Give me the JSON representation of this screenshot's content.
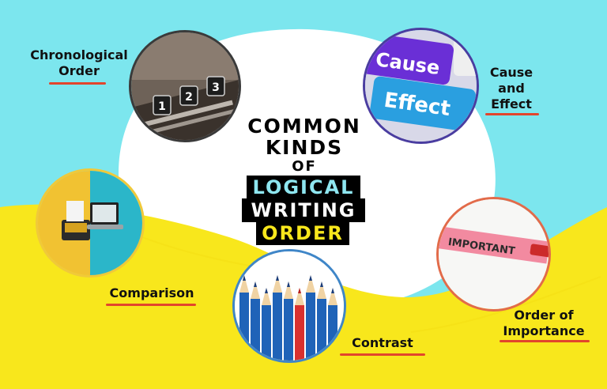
{
  "title": {
    "line1": "COMMON",
    "line2": "KINDS",
    "line3": "OF",
    "line4": "LOGICAL",
    "line5": "WRITING",
    "line6": "ORDER"
  },
  "labels": {
    "chronological_1": "Chronological",
    "chronological_2": "Order",
    "cause_1": "Cause",
    "cause_2": "and",
    "cause_3": "Effect",
    "comparison": "Comparison",
    "contrast": "Contrast",
    "importance_1": "Order of",
    "importance_2": "Importance"
  },
  "images": {
    "cause_key": "Cause",
    "effect_key": "Effect",
    "important_tape": "IMPORTANT",
    "folder_tabs": [
      "1",
      "2",
      "3"
    ]
  },
  "colors": {
    "sky": "#7ce6ee",
    "yellow": "#f8e71c",
    "cloud": "#ffffff",
    "underline": "#e2452c",
    "logical_text": "#8ee6f0",
    "writing_text": "#ffffff",
    "order_text": "#f8e71c"
  }
}
